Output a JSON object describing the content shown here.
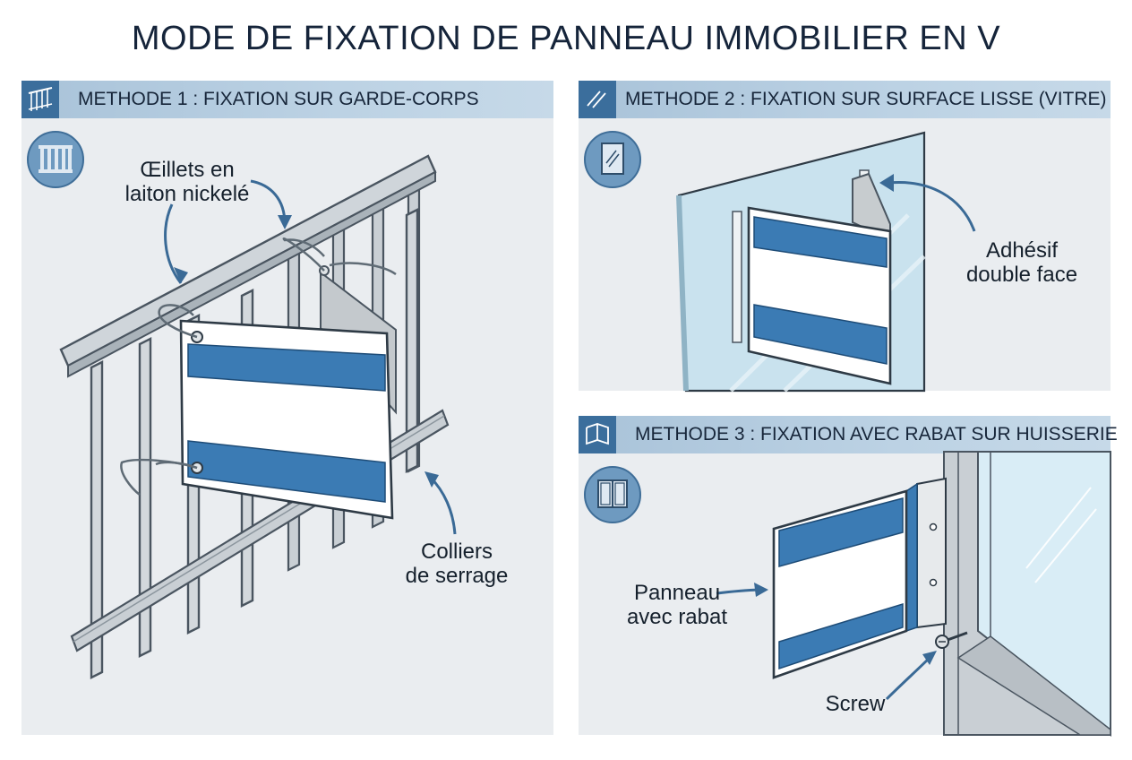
{
  "title": "MODE DE FIXATION DE PANNEAU IMMOBILIER EN V",
  "method1": {
    "header": "METHODE 1 : FIXATION SUR GARDE-CORPS",
    "label_eyelets_line1": "Œillets en",
    "label_eyelets_line2": "laiton nickelé",
    "label_ties_line1": "Colliers",
    "label_ties_line2": "de serrage"
  },
  "method2": {
    "header": "METHODE 2 : FIXATION SUR SURFACE LISSE (VITRE)",
    "label_adhesive_line1": "Adhésif",
    "label_adhesive_line2": "double face"
  },
  "method3": {
    "header": "METHODE 3 : FIXATION AVEC RABAT SUR HUISSERIE",
    "label_panel_line1": "Panneau",
    "label_panel_line2": "avec rabat",
    "label_screw": "Screw"
  },
  "colors": {
    "accent": "#3b7bb4",
    "header_bg": "#b6cde1",
    "header_icon_bg": "#3b6e9c",
    "panel_bg": "#eaedf0",
    "metal": "#c9cfd4",
    "glass": "#c9e2ee"
  },
  "icons": [
    "railing-icon",
    "glass-icon",
    "door-frame-icon",
    "window-icon"
  ]
}
